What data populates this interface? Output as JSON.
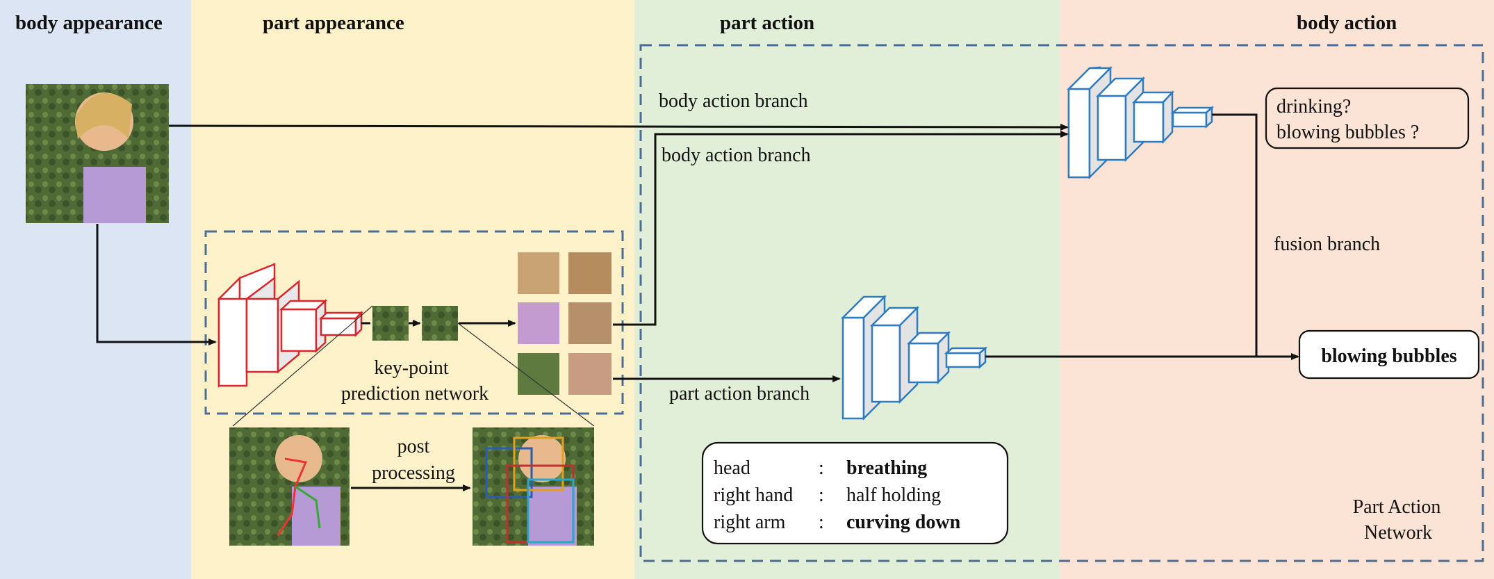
{
  "sections": {
    "body_appearance": "body appearance",
    "part_appearance": "part appearance",
    "part_action": "part action",
    "body_action": "body action"
  },
  "colors": {
    "body_appearance_bg": "#dbe5f4",
    "part_appearance_bg": "#fdf1ca",
    "part_action_bg": "#e2efd8",
    "body_action_bg": "#fbe4d6",
    "dashed_border": "#4a6d96",
    "red_cnn": "#d9262c",
    "blue_cnn": "#2e7bbf"
  },
  "labels": {
    "body_branch_1": "body action branch",
    "body_branch_2": "body action branch",
    "part_branch": "part action branch",
    "keypoint_line1": "key-point",
    "keypoint_line2": "prediction network",
    "post_line1": "post",
    "post_line2": "processing",
    "fusion_branch": "fusion branch",
    "network_line1": "Part Action",
    "network_line2": "Network"
  },
  "body_query": {
    "line1": "drinking?",
    "line2": "blowing bubbles ?"
  },
  "result": "blowing bubbles",
  "part_states": [
    {
      "part": "head",
      "sep": ":",
      "state": "breathing"
    },
    {
      "part": "right hand",
      "sep": ":",
      "state": "half holding"
    },
    {
      "part": "right arm",
      "sep": ":",
      "state": "curving down"
    }
  ]
}
